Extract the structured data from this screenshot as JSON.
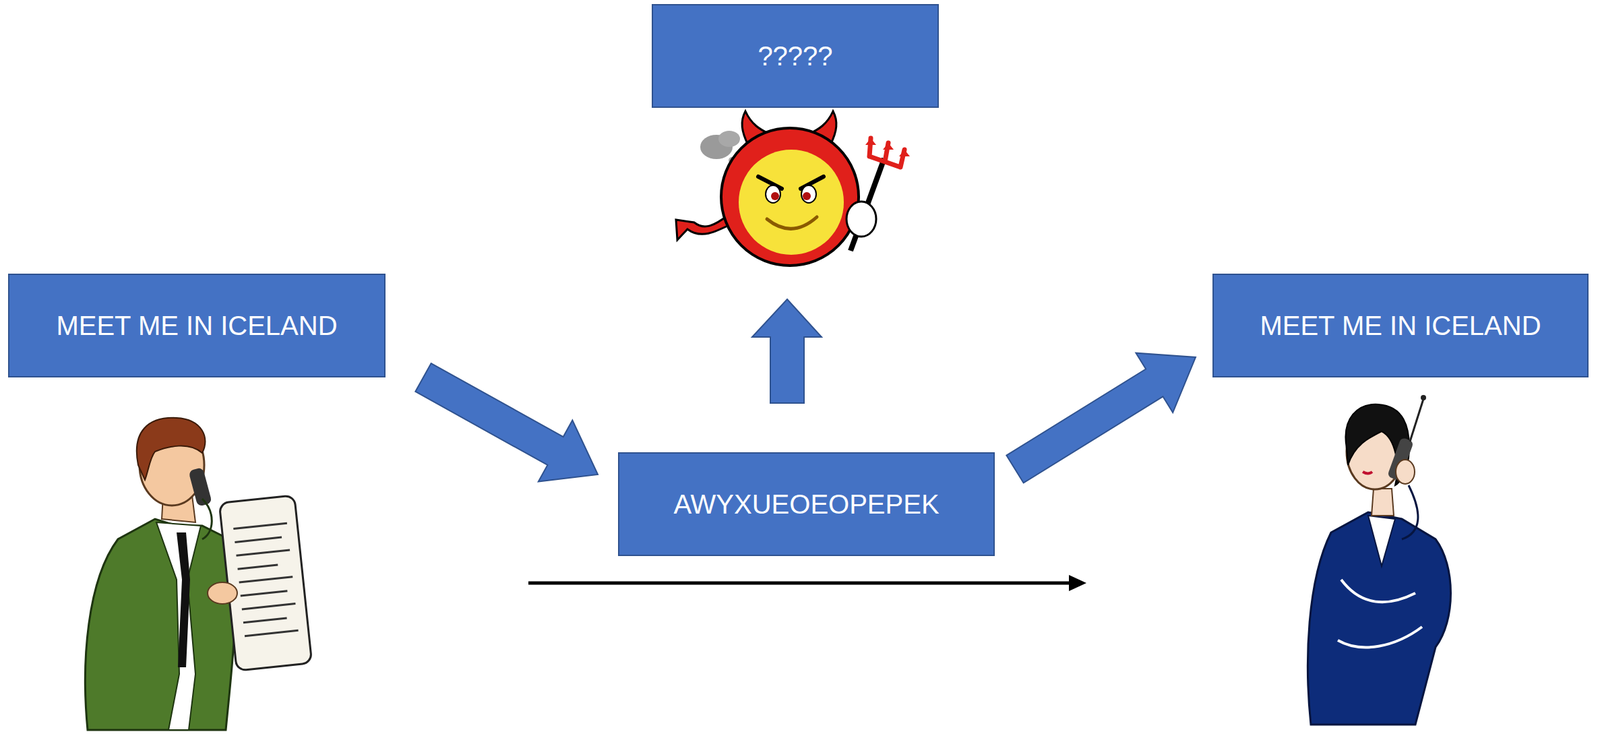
{
  "diagram": {
    "nodes": [
      {
        "text": [
          "?????"
        ]
      },
      {
        "text": [
          "MEET ME IN ICELAND"
        ]
      },
      {
        "text": [
          "AWYXUEOEOPEPEK"
        ]
      },
      {
        "text": [
          "MEET ME IN ICELAND"
        ]
      }
    ],
    "edges": [
      {
        "from": 1,
        "to": 2,
        "arrow": "to"
      },
      {
        "from": 2,
        "to": 3,
        "arrow": "to"
      }
    ]
  }
}
